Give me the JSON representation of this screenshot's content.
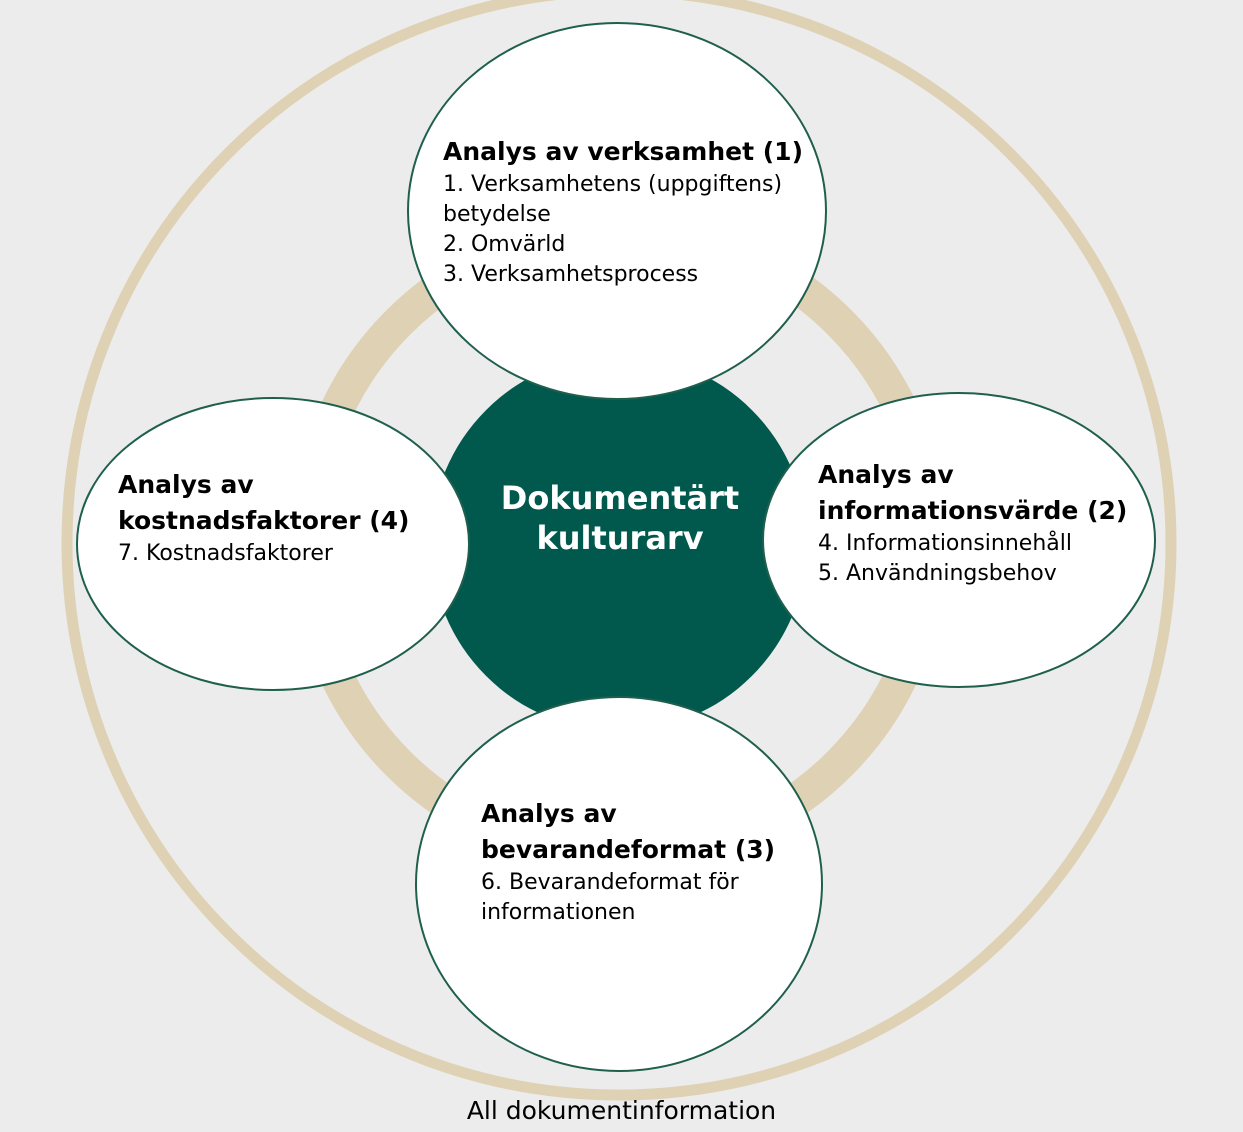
{
  "colors": {
    "background": "#ececec",
    "ring": "#dfd1b4",
    "center_fill": "#00594c",
    "node_fill": "#ffffff",
    "node_stroke": "#1f5f4e",
    "center_text": "#ffffff"
  },
  "center": {
    "label": "Dokumentärt kulturarv"
  },
  "nodes": {
    "verksamhet": {
      "title": "Analys av verksamhet (1)",
      "items": [
        "1. Verksamhetens (uppgiftens)",
        "betydelse",
        "2. Omvärld",
        "3. Verksamhetsprocess"
      ]
    },
    "informationsvarde": {
      "title_line1": "Analys av",
      "title_line2": "informationsvärde (2)",
      "items": [
        "4. Informationsinnehåll",
        "5. Användningsbehov"
      ]
    },
    "bevarandeformat": {
      "title_line1": "Analys av",
      "title_line2": "bevarandeformat (3)",
      "items": [
        "6.  Bevarandeformat för",
        "informationen"
      ]
    },
    "kostnadsfaktorer": {
      "title_line1": "Analys av",
      "title_line2": "kostnadsfaktorer (4)",
      "items": [
        "7. Kostnadsfaktorer"
      ]
    }
  },
  "outer_caption": "All dokumentinformation"
}
